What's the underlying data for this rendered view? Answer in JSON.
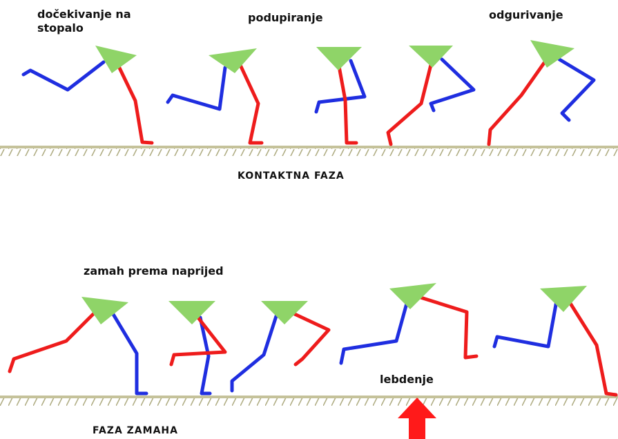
{
  "labels": {
    "landing": [
      "dočekivanje na",
      "stopalo"
    ],
    "support": "podupiranje",
    "pushoff": "odgurivanje",
    "contact_phase": "KONTAKTNA FAZA",
    "swing_forward": "zamah prema naprijed",
    "flight": "lebdenje",
    "swing_phase": "FAZA ZAMAHA"
  },
  "colors": {
    "red_leg": "#ee1c1c",
    "blue_leg": "#1f2ee0",
    "hip_triangle": "#8fd468",
    "ground": "#c5c29a",
    "hatch": "#b0ad84",
    "arrow": "#ff1a1a",
    "text": "#111111"
  }
}
